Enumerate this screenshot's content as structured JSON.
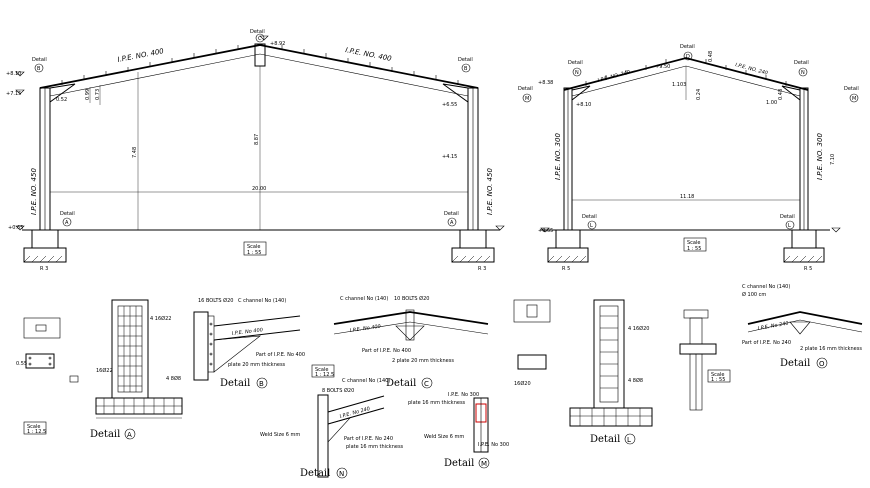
{
  "frame_left": {
    "rafter_left": "I.P.E. NO. 400",
    "rafter_right": "I.P.E. NO. 400",
    "column_left": "I.P.E. NO. 450",
    "column_right": "I.P.E. NO. 450",
    "level_eave": "+8.10",
    "level_haunch": "+7.15",
    "level_ridge": "+8.92",
    "level_crane_top": "+6.55",
    "level_crane": "+4.15",
    "level_base": "+0.65",
    "dim_left_height": "7.48",
    "dim_ridge_height": "8.87",
    "dim_span": "20.00",
    "dim_small_1": "0.52",
    "dim_small_2": "0.99",
    "dim_small_3": "0.73",
    "detail_word": "Detail",
    "detail_B": "B",
    "detail_C": "C",
    "detail_A": "A",
    "footing_left": "R 3",
    "footing_right": "R 3",
    "scale_label": "Scale",
    "scale_value": "1 : 55"
  },
  "frame_right": {
    "rafter_left": "I.P.E. NO. 240",
    "rafter_right": "I.P.E. NO. 240",
    "column_left": "I.P.E. NO. 300",
    "column_right": "I.P.E. NO. 300",
    "level_eave": "+8.38",
    "level_haunch": "+8.10",
    "level_ridge": "+9.50",
    "level_base": "+0.65",
    "dim_left_height": "7.10",
    "dim_span": "11.18",
    "dim_top_1": "0.48",
    "dim_top_2": "1.103",
    "dim_top_3": "0.24",
    "dim_top_4": "1.00",
    "dim_top_5": "0.48",
    "detail_word": "Detail",
    "detail_N": "N",
    "detail_D": "D",
    "detail_M": "M",
    "detail_L": "L",
    "footing_left": "R 5",
    "footing_right": "R 5",
    "scale_label": "Scale",
    "scale_value": "1 : 55"
  },
  "details": {
    "A": {
      "title": "Detail",
      "letter": "A",
      "scale_label": "Scale",
      "scale_value": "1 : 12.5",
      "note_1": "4 16Ø22",
      "note_2": "16Ø22",
      "note_3": "4 8Ø8",
      "note_4": "0.55"
    },
    "B": {
      "title": "Detail",
      "letter": "B",
      "note_1": "I.P.E. No 400",
      "note_2": "C channel No (140)",
      "note_3": "Part of I.P.E. No 400",
      "note_4": "plate 20 mm thickness",
      "note_5": "16 BOLTS Ø20"
    },
    "C": {
      "title": "Detail",
      "letter": "C",
      "scale_label": "Scale",
      "scale_value": "1 : 12.5",
      "note_1": "C channel No (140)",
      "note_2": "I.P.E. No 400",
      "note_3": "Part of I.P.E. No 400",
      "note_4": "2 plate 20 mm thickness",
      "note_5": "10 BOLTS Ø20"
    },
    "N": {
      "title": "Detail",
      "letter": "N",
      "note_1": "C channel No (140)",
      "note_2": "I.P.E. No 240",
      "note_3": "Part of I.P.E. No 240",
      "note_4": "plate 16 mm thickness",
      "note_5": "Weld Size 6 mm",
      "note_6": "8 BOLTS Ø20"
    },
    "M": {
      "title": "Detail",
      "letter": "M",
      "note_1": "I.P.E. No 300",
      "note_2": "plate 16 mm thickness",
      "note_3": "Weld Size 6 mm",
      "note_4": "I.P.E. No 300"
    },
    "L": {
      "title": "Detail",
      "letter": "L",
      "note_1": "4 16Ø20",
      "note_2": "16Ø20",
      "note_3": "4 8Ø8"
    },
    "O": {
      "title": "Detail",
      "letter": "O",
      "scale_label": "Scale",
      "scale_value": "1 : 55",
      "note_1": "C channel No (140)",
      "note_2": "I.P.E. No 240",
      "note_3": "Part of I.P.E. No 240",
      "note_4": "2 plate 16 mm thickness",
      "note_5": "Ø 100 cm"
    }
  }
}
